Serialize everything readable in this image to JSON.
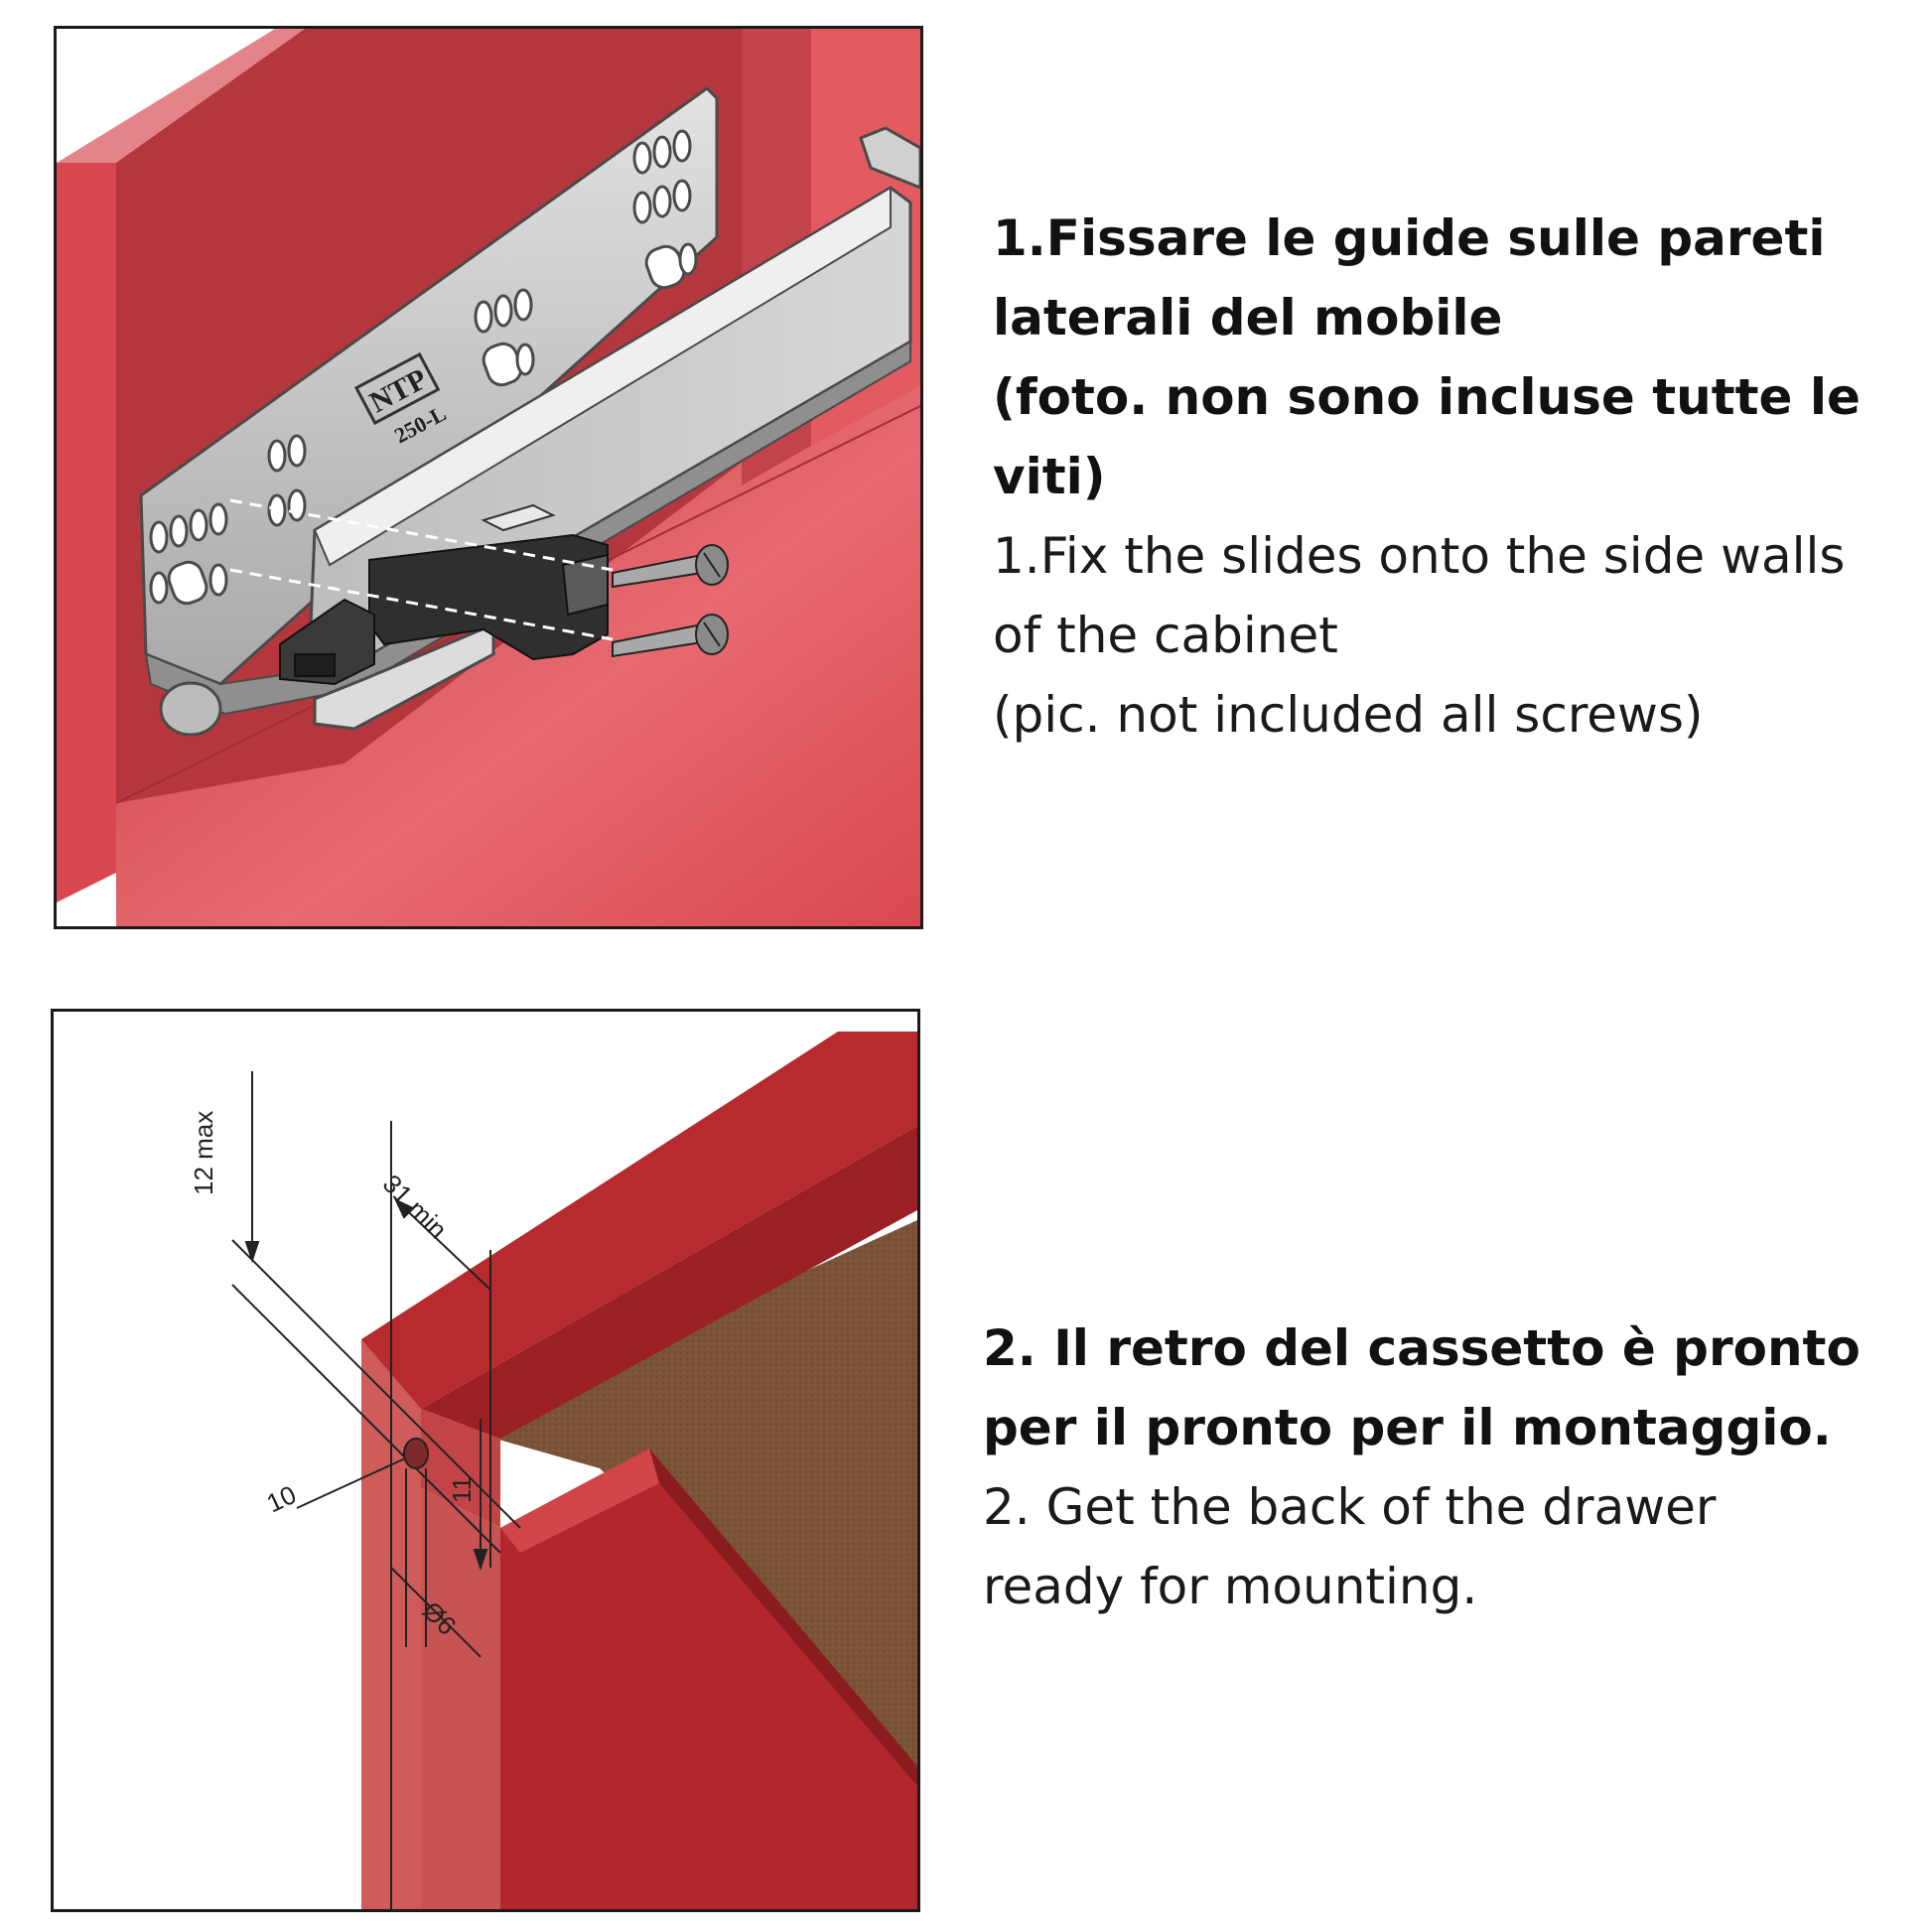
{
  "step1": {
    "title_it": "1.Fissare le guide sulle pareti\nlaterali del mobile\n (foto. non sono incluse tutte le\nviti)",
    "title_en": "1.Fix the slides onto the side walls\nof the cabinet\n (pic. not included all screws)",
    "illustration": {
      "brand": "NTP",
      "model": "250-L",
      "colors": {
        "cabinet": "#d9474e",
        "rail": "#c9c9c9",
        "clip": "#333333"
      }
    }
  },
  "step2": {
    "title_it": "2. Il retro del cassetto è pronto\nper il pronto per il montaggio.",
    "title_en": "2. Get the back of the drawer\nready for mounting.",
    "illustration": {
      "dimensions": {
        "top_max": "12 max",
        "depth_min": "31 min",
        "notch_height": "11",
        "hole_offset": "10",
        "hole_diameter": "Ø6"
      },
      "colors": {
        "drawer": "#b8282c",
        "bottom": "#7a5236"
      }
    }
  }
}
